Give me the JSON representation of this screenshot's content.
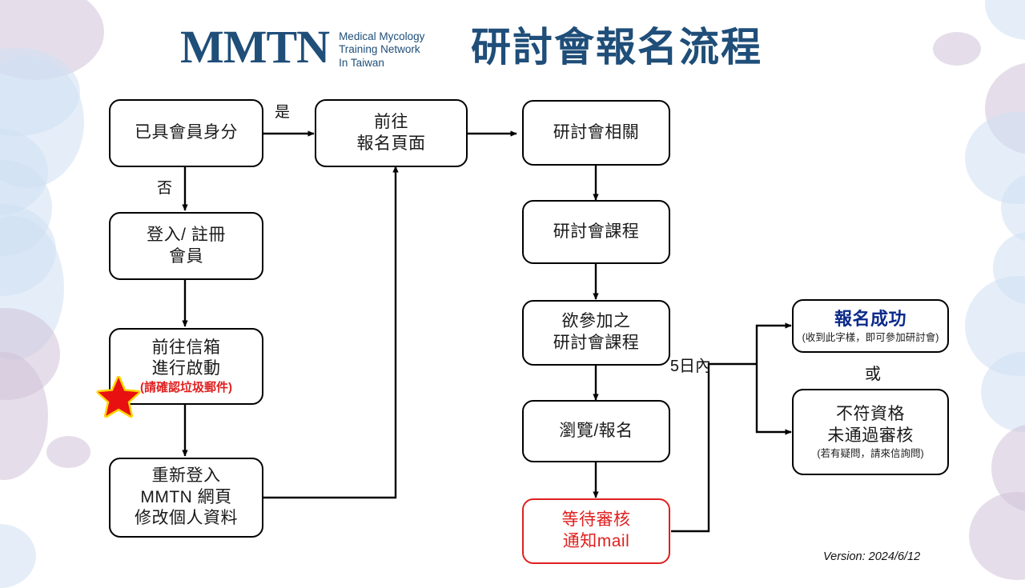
{
  "header": {
    "logo_mark": "MMTN",
    "logo_sub_line1": "Medical Mycology",
    "logo_sub_line2": "Training Network",
    "logo_sub_line3": "In Taiwan",
    "title": "研討會報名流程",
    "brand_color": "#1f4e79"
  },
  "footer": {
    "version": "Version: 2024/6/12"
  },
  "colors": {
    "box_border": "#000000",
    "red": "#e02020",
    "blue_text": "#0b2a8a",
    "blob_blue": "#cfe0f2",
    "blob_purple": "#cfc2d8",
    "star_fill": "#e81010",
    "star_glow": "#ffd400"
  },
  "nodes": {
    "member_check": {
      "line1": "已具會員身分"
    },
    "login_register": {
      "line1": "登入/ 註冊",
      "line2": "會員"
    },
    "activate_mail": {
      "line1": "前往信箱",
      "line2": "進行啟動",
      "warn": "(請確認垃圾郵件)"
    },
    "relogin_edit": {
      "line1": "重新登入",
      "line2": "MMTN 網頁",
      "line3": "修改個人資料"
    },
    "goto_signup": {
      "line1": "前往",
      "line2": "報名頁面"
    },
    "seminar_info": {
      "line1": "研討會相關"
    },
    "seminar_course": {
      "line1": "研討會課程"
    },
    "desired_course": {
      "line1": "欲參加之",
      "line2": "研討會課程"
    },
    "browse_signup": {
      "line1": "瀏覽/報名"
    },
    "waiting_review": {
      "line1": "等待審核",
      "line2": "通知mail"
    },
    "success": {
      "line1": "報名成功",
      "sub": "(收到此字樣，即可參加研討會)"
    },
    "rejected": {
      "line1": "不符資格",
      "line2": "未通過審核",
      "sub": "(若有疑問，請來信詢問)"
    }
  },
  "edge_labels": {
    "yes": "是",
    "no": "否",
    "within_5_days": "5日內",
    "or": "或"
  },
  "icons": {
    "star": "red-star-icon"
  }
}
